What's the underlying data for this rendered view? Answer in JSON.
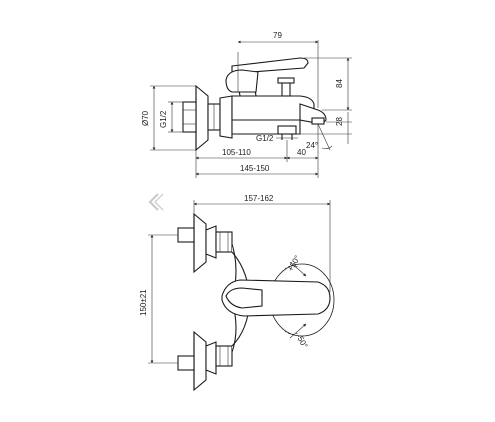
{
  "colors": {
    "line": "#1a1a1a",
    "background": "#ffffff",
    "nav_arrow": "#c8c8c8"
  },
  "side_view": {
    "dims": {
      "spout_reach": "79",
      "lever_height": "84",
      "outlet_height": "28",
      "inlet_diameter": "Ø70",
      "thread_left": "G1/2",
      "thread_bottom": "G1/2",
      "angle": "24°",
      "distance_40": "40",
      "distance_105_110": "105-110",
      "distance_145_150": "145-150"
    }
  },
  "top_view": {
    "dims": {
      "width_157_162": "157-162",
      "centers_150": "150±21",
      "angle_50_upper": "+50°",
      "angle_50_lower": "-50°"
    }
  },
  "nav": {
    "prev_icon": "chevron-left-icon"
  }
}
